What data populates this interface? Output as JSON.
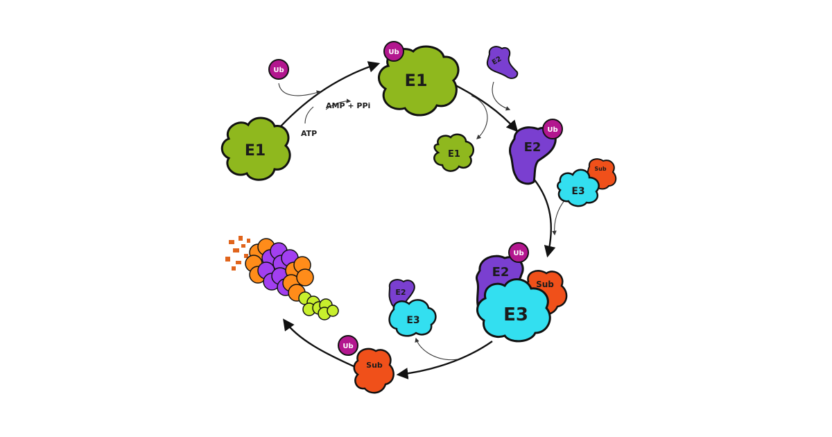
{
  "palette": {
    "e1": "#8fb81e",
    "e2": "#7a3fd0",
    "e3": "#33dff0",
    "ub": "#b3178f",
    "sub": "#f0501a",
    "proteasome_purple": "#a23ff0",
    "proteasome_orange": "#ff8c1a",
    "proteasome_yellow": "#c8ef2d"
  },
  "labels": {
    "ub": "Ub",
    "e1": "E1",
    "e2": "E2",
    "e3": "E3",
    "sub": "Sub",
    "amp_ppi": "AMP + PPi",
    "atp": "ATP"
  }
}
